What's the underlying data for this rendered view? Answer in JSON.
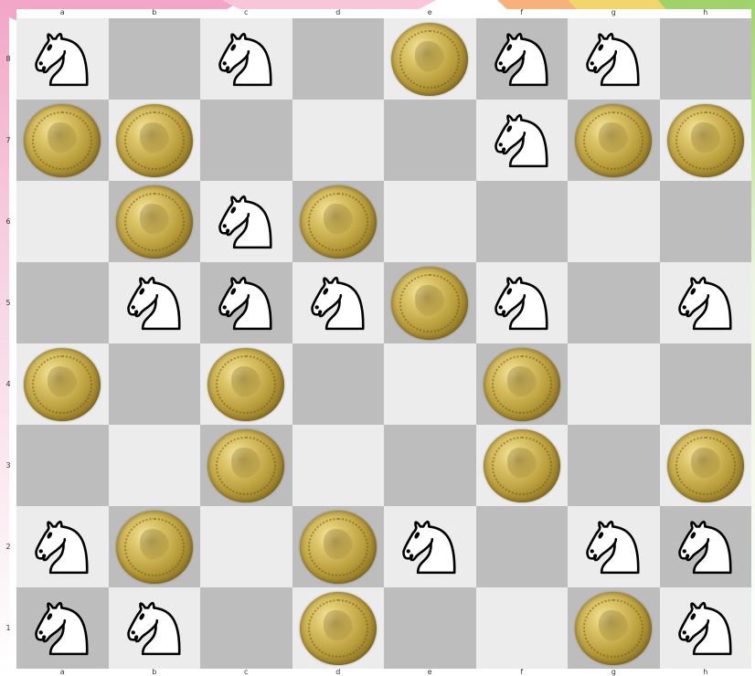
{
  "board": {
    "files": [
      "a",
      "b",
      "c",
      "d",
      "e",
      "f",
      "g",
      "h"
    ],
    "ranks": [
      "8",
      "7",
      "6",
      "5",
      "4",
      "3",
      "2",
      "1"
    ],
    "rows": [
      [
        "knight",
        "",
        "knight",
        "",
        "coin",
        "knight",
        "knight",
        ""
      ],
      [
        "coin",
        "coin",
        "",
        "",
        "",
        "knight",
        "coin",
        "coin"
      ],
      [
        "",
        "coin",
        "knight",
        "coin",
        "",
        "",
        "",
        ""
      ],
      [
        "",
        "knight",
        "knight",
        "knight",
        "coin",
        "knight",
        "",
        "knight"
      ],
      [
        "coin",
        "",
        "coin",
        "",
        "",
        "coin",
        "",
        ""
      ],
      [
        "",
        "",
        "coin",
        "",
        "",
        "coin",
        "",
        "coin"
      ],
      [
        "knight",
        "coin",
        "",
        "coin",
        "knight",
        "",
        "knight",
        "knight"
      ],
      [
        "knight",
        "knight",
        "",
        "coin",
        "",
        "",
        "coin",
        "knight"
      ]
    ]
  },
  "icons": {
    "knight": "white-knight-icon",
    "coin": "gold-coin-icon"
  },
  "colors": {
    "light_square": "#ececec",
    "dark_square": "#bdbdbd",
    "knight_fill": "#ffffff",
    "knight_outline": "#000000",
    "coin_gold": "#c2a544"
  }
}
